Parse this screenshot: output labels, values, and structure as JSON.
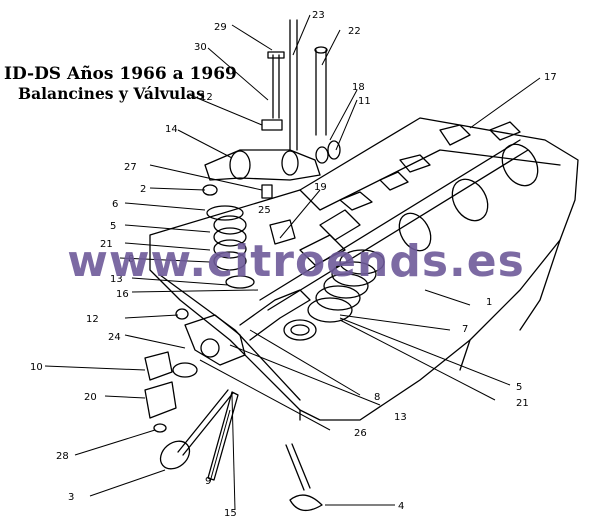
{
  "title": {
    "line1": "ID-DS Años 1966 a 1969",
    "line2": "Balancines y Válvulas"
  },
  "watermark": "www.citroends.es",
  "callouts": [
    "1",
    "2",
    "3",
    "4",
    "5",
    "6",
    "7",
    "8",
    "9",
    "10",
    "11",
    "12",
    "13",
    "14",
    "15",
    "16",
    "17",
    "18",
    "19",
    "20",
    "21",
    "22",
    "23",
    "24",
    "25",
    "26",
    "27",
    "28",
    "29",
    "30"
  ],
  "colors": {
    "ink": "#000000",
    "watermark": "#6e5a9a",
    "background": "#ffffff"
  }
}
